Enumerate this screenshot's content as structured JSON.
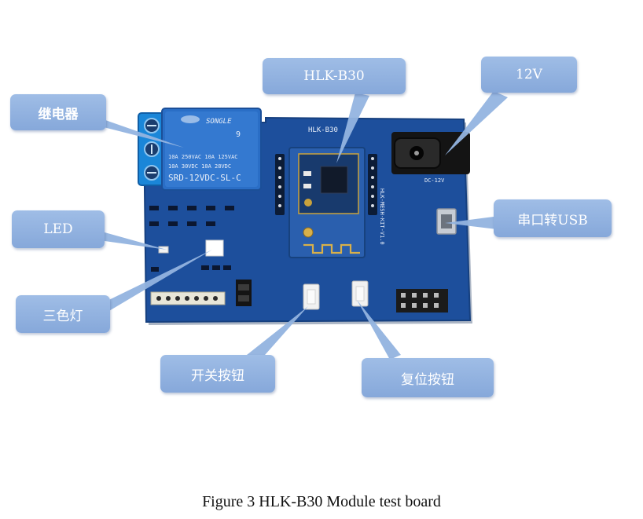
{
  "callouts": {
    "relay": "继电器",
    "module": "HLK-B30",
    "power": "12V",
    "led": "LED",
    "rgb_led": "三色灯",
    "uart_usb": "串口转USB",
    "switch_button": "开关按钮",
    "reset_button": "复位按钮"
  },
  "board_marks": {
    "relay_brand": "SONGLE",
    "relay_line1": "10A 250VAC  10A 125VAC",
    "relay_line2": "10A  30VDC  10A  28VDC",
    "relay_model": "SRD-12VDC-SL-C",
    "board_name": "HLK-B30",
    "dc_label": "DC-12V",
    "side_label": "HLK-MESH-KIT-V1.0"
  },
  "caption": "Figure  3  HLK-B30 Module test board",
  "colors": {
    "callout": "#8eb0de",
    "arrow": "#93b4e0",
    "pcb": "#1d4f9c",
    "relay": "#2a6ec6",
    "terminal": "#1a86d8"
  }
}
